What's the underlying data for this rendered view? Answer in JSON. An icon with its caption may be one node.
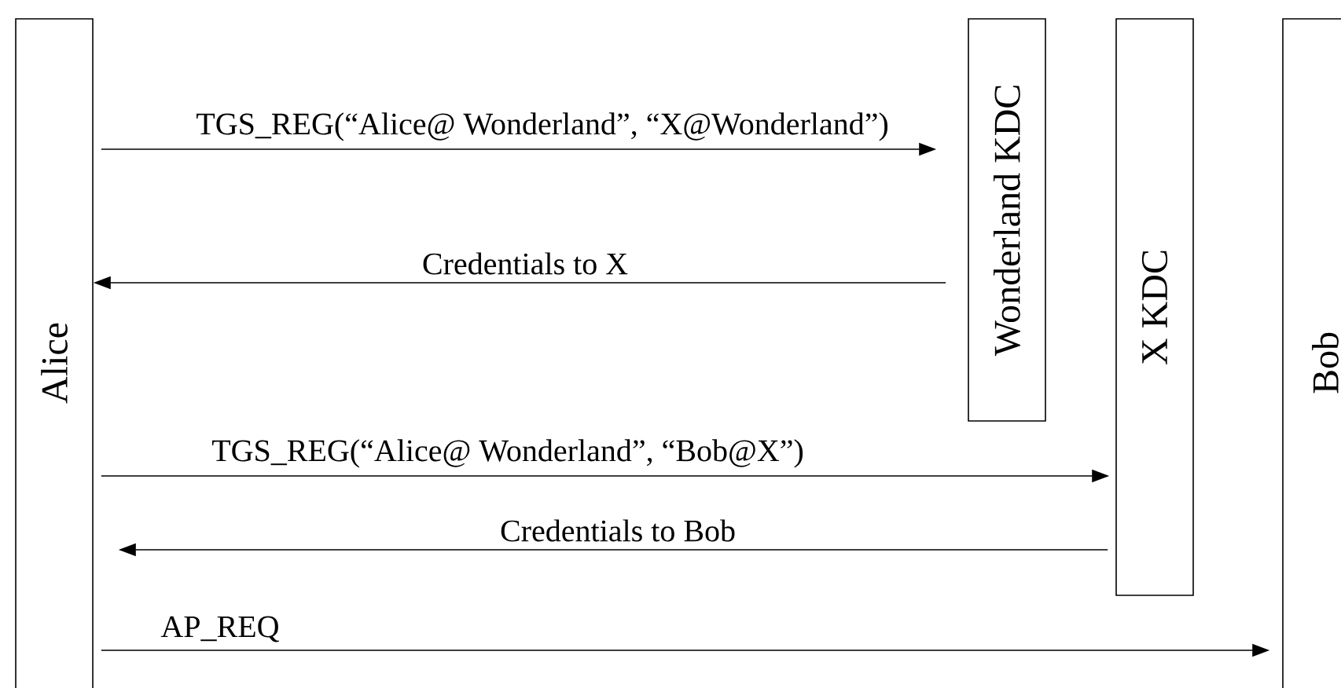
{
  "diagram": {
    "nodes": [
      {
        "text": [
          "Alice"
        ]
      },
      {
        "text": [
          "Wonderland KDC"
        ]
      },
      {
        "text": [
          "X KDC"
        ]
      },
      {
        "text": [
          "Bob"
        ]
      }
    ],
    "edges": [
      {
        "from": 0,
        "to": 1,
        "arrow": "to",
        "label": "TGS_REG(“Alice@ Wonderland”, “X@Wonderland”)"
      },
      {
        "from": 1,
        "to": 0,
        "arrow": "to",
        "label": "Credentials to X"
      },
      {
        "from": 0,
        "to": 2,
        "arrow": "to",
        "label": "TGS_REG(“Alice@ Wonderland”, “Bob@X”)"
      },
      {
        "from": 2,
        "to": 0,
        "arrow": "to",
        "label": "Credentials to Bob"
      },
      {
        "from": 0,
        "to": 3,
        "arrow": "to",
        "label": "AP_REQ"
      }
    ]
  }
}
